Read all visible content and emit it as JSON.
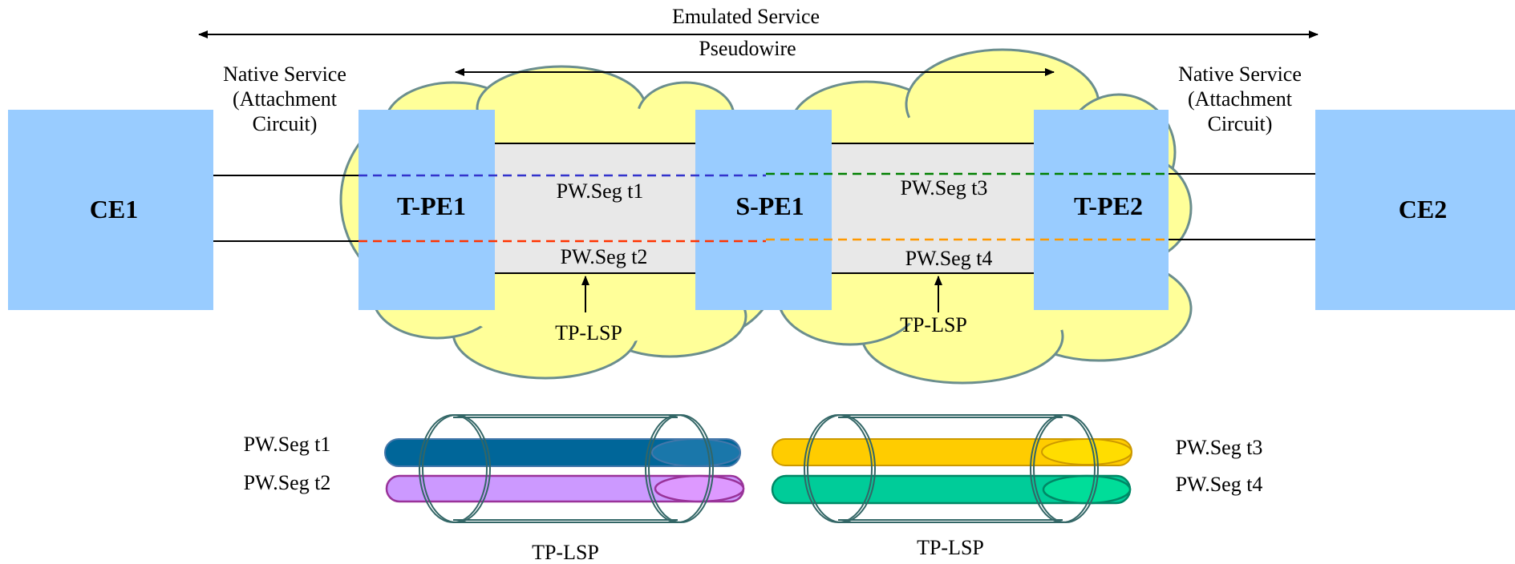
{
  "top": {
    "emulated_service": "Emulated Service",
    "pseudowire": "Pseudowire"
  },
  "native_left": {
    "line1": "Native Service",
    "line2": "(Attachment",
    "line3": "Circuit)"
  },
  "native_right": {
    "line1": "Native Service",
    "line2": "(Attachment",
    "line3": "Circuit)"
  },
  "nodes": {
    "ce1": "CE1",
    "tpe1": "T-PE1",
    "spe1": "S-PE1",
    "tpe2": "T-PE2",
    "ce2": "CE2"
  },
  "segments": {
    "t1": "PW.Seg t1",
    "t2": "PW.Seg t2",
    "t3": "PW.Seg t3",
    "t4": "PW.Seg t4",
    "tp_lsp_left": "TP-LSP",
    "tp_lsp_right": "TP-LSP"
  },
  "bundles": {
    "left": {
      "seg_a": "PW.Seg t1",
      "seg_b": "PW.Seg t2",
      "lsp": "TP-LSP"
    },
    "right": {
      "seg_a": "PW.Seg t3",
      "seg_b": "PW.Seg t4",
      "lsp": "TP-LSP"
    }
  },
  "colors": {
    "node_fill": "#99ccff",
    "cloud_fill": "#ffff99",
    "cloud_stroke": "#6b8e8e",
    "tunnel_fill": "#e8e8e8",
    "seg_t1": "#3333cc",
    "seg_t2": "#ff3300",
    "seg_t3": "#008000",
    "seg_t4": "#ff9900",
    "pipe_t1": "#006699",
    "pipe_t2": "#cc99ff",
    "pipe_t3": "#ffcc00",
    "pipe_t4": "#00cc99"
  }
}
